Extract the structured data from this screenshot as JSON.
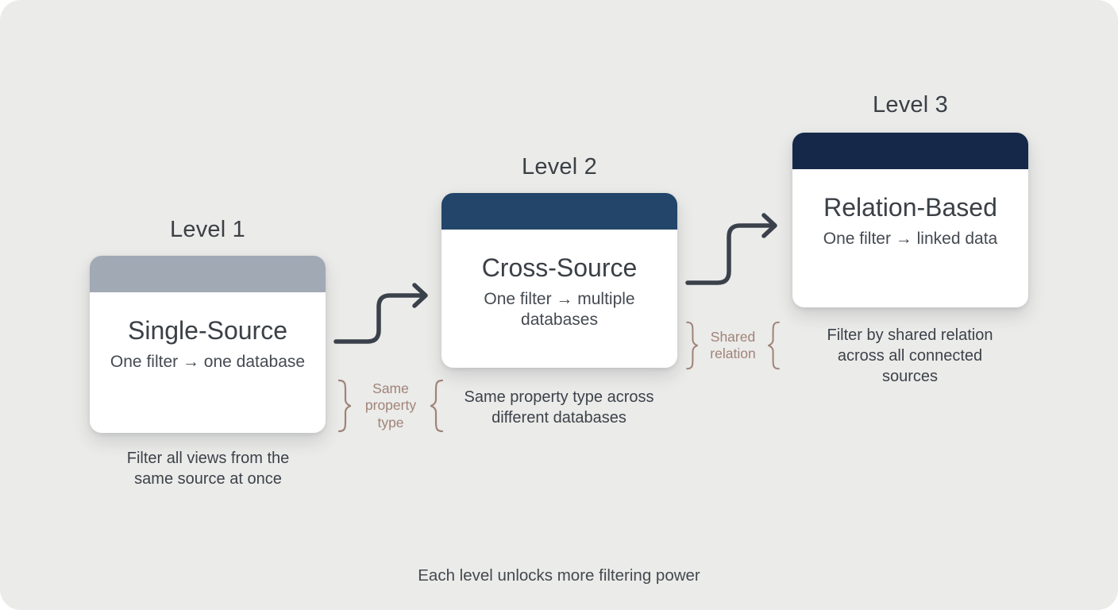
{
  "diagram": {
    "panel_bg": "#ebebe9",
    "arrow_color": "#3a414b",
    "footer": "Each level unlocks more filtering power",
    "levels": [
      {
        "label": "Level 1",
        "title": "Single-Source",
        "subtitle": "One filter → one database",
        "caption": "Filter all views from the same source at once",
        "header_color": "#a1a9b5"
      },
      {
        "label": "Level 2",
        "title": "Cross-Source",
        "subtitle": "One filter → multiple databases",
        "caption": "Same property type across different databases",
        "header_color": "#234569"
      },
      {
        "label": "Level 3",
        "title": "Relation-Based",
        "subtitle": "One filter → linked data",
        "caption": "Filter by shared relation across all connected sources",
        "header_color": "#15284a"
      }
    ],
    "annotations": [
      {
        "text": "Same property type",
        "color": "#a08379"
      },
      {
        "text": "Shared relation",
        "color": "#a08379"
      }
    ]
  }
}
